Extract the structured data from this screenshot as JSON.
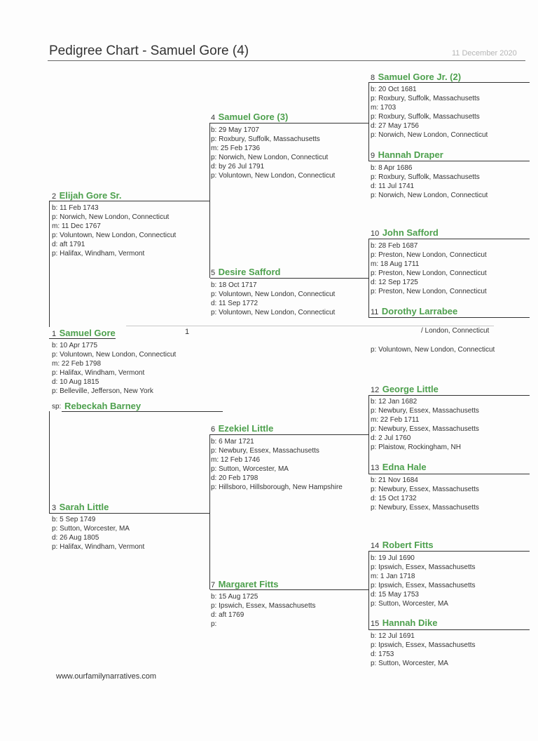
{
  "title": "Pedigree Chart - Samuel Gore (4)",
  "title_faded_date": "11 December 2020",
  "page_number": "1",
  "people": {
    "p1": {
      "num": "1",
      "name": "Samuel Gore",
      "details": [
        "b: 10 Apr 1775",
        "p: Voluntown, New London, Connecticut",
        "m: 22 Feb 1798",
        "p: Halifax, Windham, Vermont",
        "d: 10 Aug 1815",
        "p: Belleville, Jefferson, New York"
      ]
    },
    "p2": {
      "num": "2",
      "name": "Elijah Gore Sr.",
      "details": [
        "b: 11 Feb 1743",
        "p: Norwich, New London, Connecticut",
        "m: 11 Dec 1767",
        "p: Voluntown, New London, Connecticut",
        "d: aft 1791",
        "p: Halifax, Windham, Vermont"
      ]
    },
    "p3": {
      "num": "3",
      "name": "Sarah Little",
      "details": [
        "b: 5 Sep 1749",
        "p: Sutton, Worcester, MA",
        "d: 26 Aug 1805",
        "p: Halifax, Windham, Vermont"
      ]
    },
    "p4": {
      "num": "4",
      "name": "Samuel Gore (3)",
      "details": [
        "b: 29 May 1707",
        "p: Roxbury, Suffolk, Massachusetts",
        "m: 25 Feb 1736",
        "p: Norwich, New London, Connecticut",
        "d: by 26 Jul 1791",
        "p: Voluntown, New London, Connecticut"
      ]
    },
    "p5": {
      "num": "5",
      "name": "Desire Safford",
      "details": [
        "b: 18 Oct 1717",
        "p: Voluntown, New London, Connecticut",
        "d: 11 Sep 1772",
        "p: Voluntown, New London, Connecticut"
      ]
    },
    "p6": {
      "num": "6",
      "name": "Ezekiel Little",
      "details": [
        "b: 6 Mar 1721",
        "p: Newbury, Essex, Massachusetts",
        "m: 12 Feb 1746",
        "p: Sutton, Worcester, MA",
        "d: 20 Feb 1798",
        "p: Hillsboro, Hillsborough, New Hampshire"
      ]
    },
    "p7": {
      "num": "7",
      "name": "Margaret Fitts",
      "details": [
        "b: 15 Aug 1725",
        "p: Ipswich, Essex, Massachusetts",
        "d: aft 1769",
        "p:"
      ]
    },
    "p8": {
      "num": "8",
      "name": "Samuel Gore Jr. (2)",
      "details": [
        "b: 20 Oct 1681",
        "p: Roxbury, Suffolk, Massachusetts",
        "m: 1703",
        "p: Roxbury, Suffolk, Massachusetts",
        "d: 27 May 1756",
        "p: Norwich, New London, Connecticut"
      ]
    },
    "p9": {
      "num": "9",
      "name": "Hannah Draper",
      "details": [
        "b: 8 Apr 1686",
        "p: Roxbury, Suffolk, Massachusetts",
        "d: 11 Jul 1741",
        "p: Norwich, New London, Connecticut"
      ]
    },
    "p10": {
      "num": "10",
      "name": "John Safford",
      "details": [
        "b: 28 Feb 1687",
        "p: Preston, New London, Connecticut",
        "m: 18 Aug 1711",
        "p: Preston, New London, Connecticut",
        "d: 12 Sep 1725",
        "p: Preston, New London, Connecticut"
      ]
    },
    "p11": {
      "num": "11",
      "name": "Dorothy Larrabee",
      "details": [
        "p: Voluntown, New London, Connecticut"
      ]
    },
    "p12": {
      "num": "12",
      "name": "George Little",
      "details": [
        "b: 12 Jan 1682",
        "p: Newbury, Essex, Massachusetts",
        "m: 22 Feb 1711",
        "p: Newbury, Essex, Massachusetts",
        "d: 2 Jul 1760",
        "p: Plaistow, Rockingham, NH"
      ]
    },
    "p13": {
      "num": "13",
      "name": "Edna Hale",
      "details": [
        "b: 21 Nov 1684",
        "p: Newbury, Essex, Massachusetts",
        "d: 15 Oct 1732",
        "p: Newbury, Essex, Massachusetts"
      ]
    },
    "p14": {
      "num": "14",
      "name": "Robert Fitts",
      "details": [
        "b: 19 Jul 1690",
        "p: Ipswich, Essex, Massachusetts",
        "m: 1 Jan 1718",
        "p: Ipswich, Essex, Massachusetts",
        "d: 15 May 1753",
        "p: Sutton, Worcester, MA"
      ]
    },
    "p15": {
      "num": "15",
      "name": "Hannah Dike",
      "details": [
        "b: 12 Jul 1691",
        "p: Ipswich, Essex, Massachusetts",
        "d: 1753",
        "p: Sutton, Worcester, MA"
      ]
    }
  },
  "spouse": {
    "label": "sp:",
    "name": "Rebeckah Barney"
  },
  "p11_fragment": "/ London, Connecticut",
  "footer": "www.ourfamilynarratives.com"
}
